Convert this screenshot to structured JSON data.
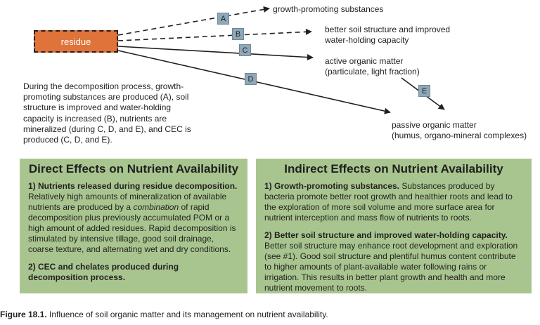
{
  "diagram": {
    "source": "residue",
    "edges": [
      {
        "label": "A",
        "style": "dashed",
        "target": "growth-promoting substances"
      },
      {
        "label": "B",
        "style": "dashed",
        "target": "better soil structure and improved water-holding capacity"
      },
      {
        "label": "C",
        "style": "solid",
        "target": "active organic matter (particulate, light fraction)"
      },
      {
        "label": "D",
        "style": "solid",
        "target": "passive organic matter (humus, organo-mineral complexes)"
      },
      {
        "label": "E",
        "style": "solid",
        "target": "passive organic matter (humus, organo-mineral complexes)"
      }
    ],
    "targets": {
      "growth": "growth-promoting substances",
      "soil_line1": "better soil structure and improved",
      "soil_line2": "water-holding capacity",
      "active_line1": "active organic matter",
      "active_line2": "(particulate, light fraction)",
      "passive_line1": "passive organic matter",
      "passive_line2": "(humus, organo-mineral complexes)"
    },
    "labels": {
      "a": "A",
      "b": "B",
      "c": "C",
      "d": "D",
      "e": "E"
    },
    "description": "During the decomposition process, growth-promoting substances are produced (A), soil structure is improved and water-holding capacity is increased (B), nutrients are mineralized (during C, D, and E), and CEC is produced (C, D, and E)."
  },
  "direct": {
    "title": "Direct Effects on Nutrient Availability",
    "item1_title": "1) Nutrients released during residue decomposition.",
    "item1_text_a": " Relatively high amounts of mineralization of available nutrients are produced by a ",
    "item1_text_em": "combination",
    "item1_text_b": " of rapid decomposition plus previously accumulated POM or a high amount of added residues. Rapid decomposition is stimulated by intensive tillage, good soil drainage, coarse texture, and alternating wet and dry conditions.",
    "item2_title": "2) CEC and chelates produced during decomposition process."
  },
  "indirect": {
    "title": "Indirect Effects on Nutrient Availability",
    "item1_title": "1) Growth-promoting substances.",
    "item1_text": " Substances produced by bacteria promote better root growth and healthier roots and  lead to the exploration of more soil volume and more surface area for nutrient interception and mass flow of nutrients to roots.",
    "item2_title": "2) Better soil structure and improved water-holding capacity.",
    "item2_text": " Better soil structure may enhance root development and exploration (see #1). Good soil structure and plentiful humus content contribute to higher amounts of plant-available water following rains or irrigation. This results in better plant growth and health and more nutrient movement to roots."
  },
  "caption": {
    "label": "Figure 18.1.",
    "text": " Influence of soil organic matter and its management on nutrient availability."
  },
  "colors": {
    "residue_fill": "#e0733a",
    "label_fill": "#8fa8b8",
    "panel_fill": "#a8c58f",
    "ink": "#231f20"
  }
}
